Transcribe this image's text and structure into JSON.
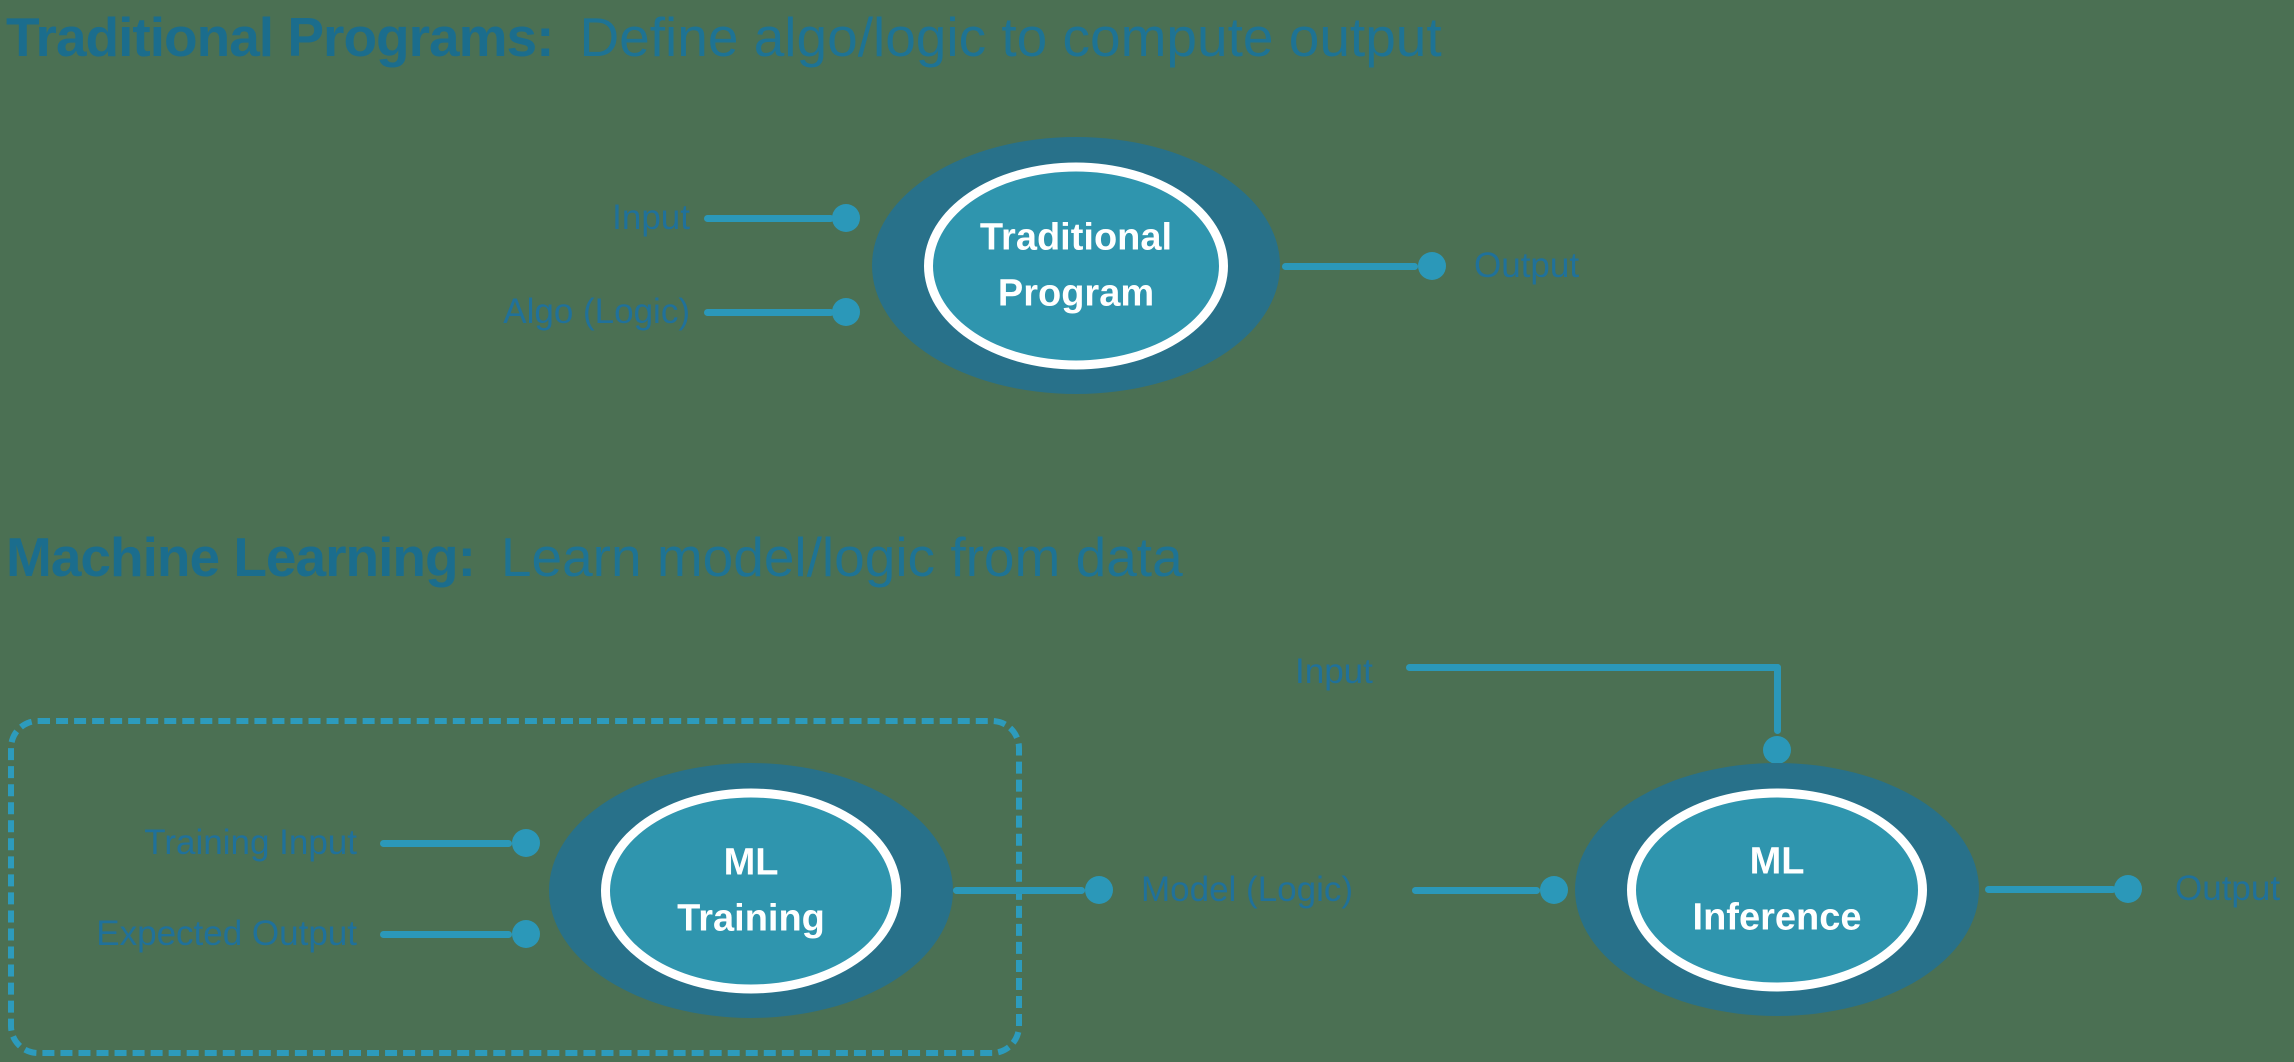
{
  "background": "#4B7053",
  "colors": {
    "title_text": "#1B6D8D",
    "label_text": "#20719A",
    "connector": "#2B98B9",
    "dashed_border": "#2D9BBC",
    "node_outer": "#28718A",
    "node_inner": "#2F95AE",
    "node_text": "#FFFFFF"
  },
  "traditional": {
    "title_bold": "Traditional Programs:",
    "title_rest": "Define algo/logic to compute output",
    "input_labels": [
      "Input",
      "Algo (Logic)"
    ],
    "node_line1": "Traditional",
    "node_line2": "Program",
    "output_label": "Output"
  },
  "ml": {
    "title_bold": "Machine Learning:",
    "title_rest": "Learn model/logic from data",
    "training_inputs": [
      "Training Input",
      "Expected Output"
    ],
    "training_node_line1": "ML",
    "training_node_line2": "Training",
    "model_label": "Model (Logic)",
    "inference_input_label": "Input",
    "inference_node_line1": "ML",
    "inference_node_line2": "Inference",
    "output_label": "Output"
  }
}
